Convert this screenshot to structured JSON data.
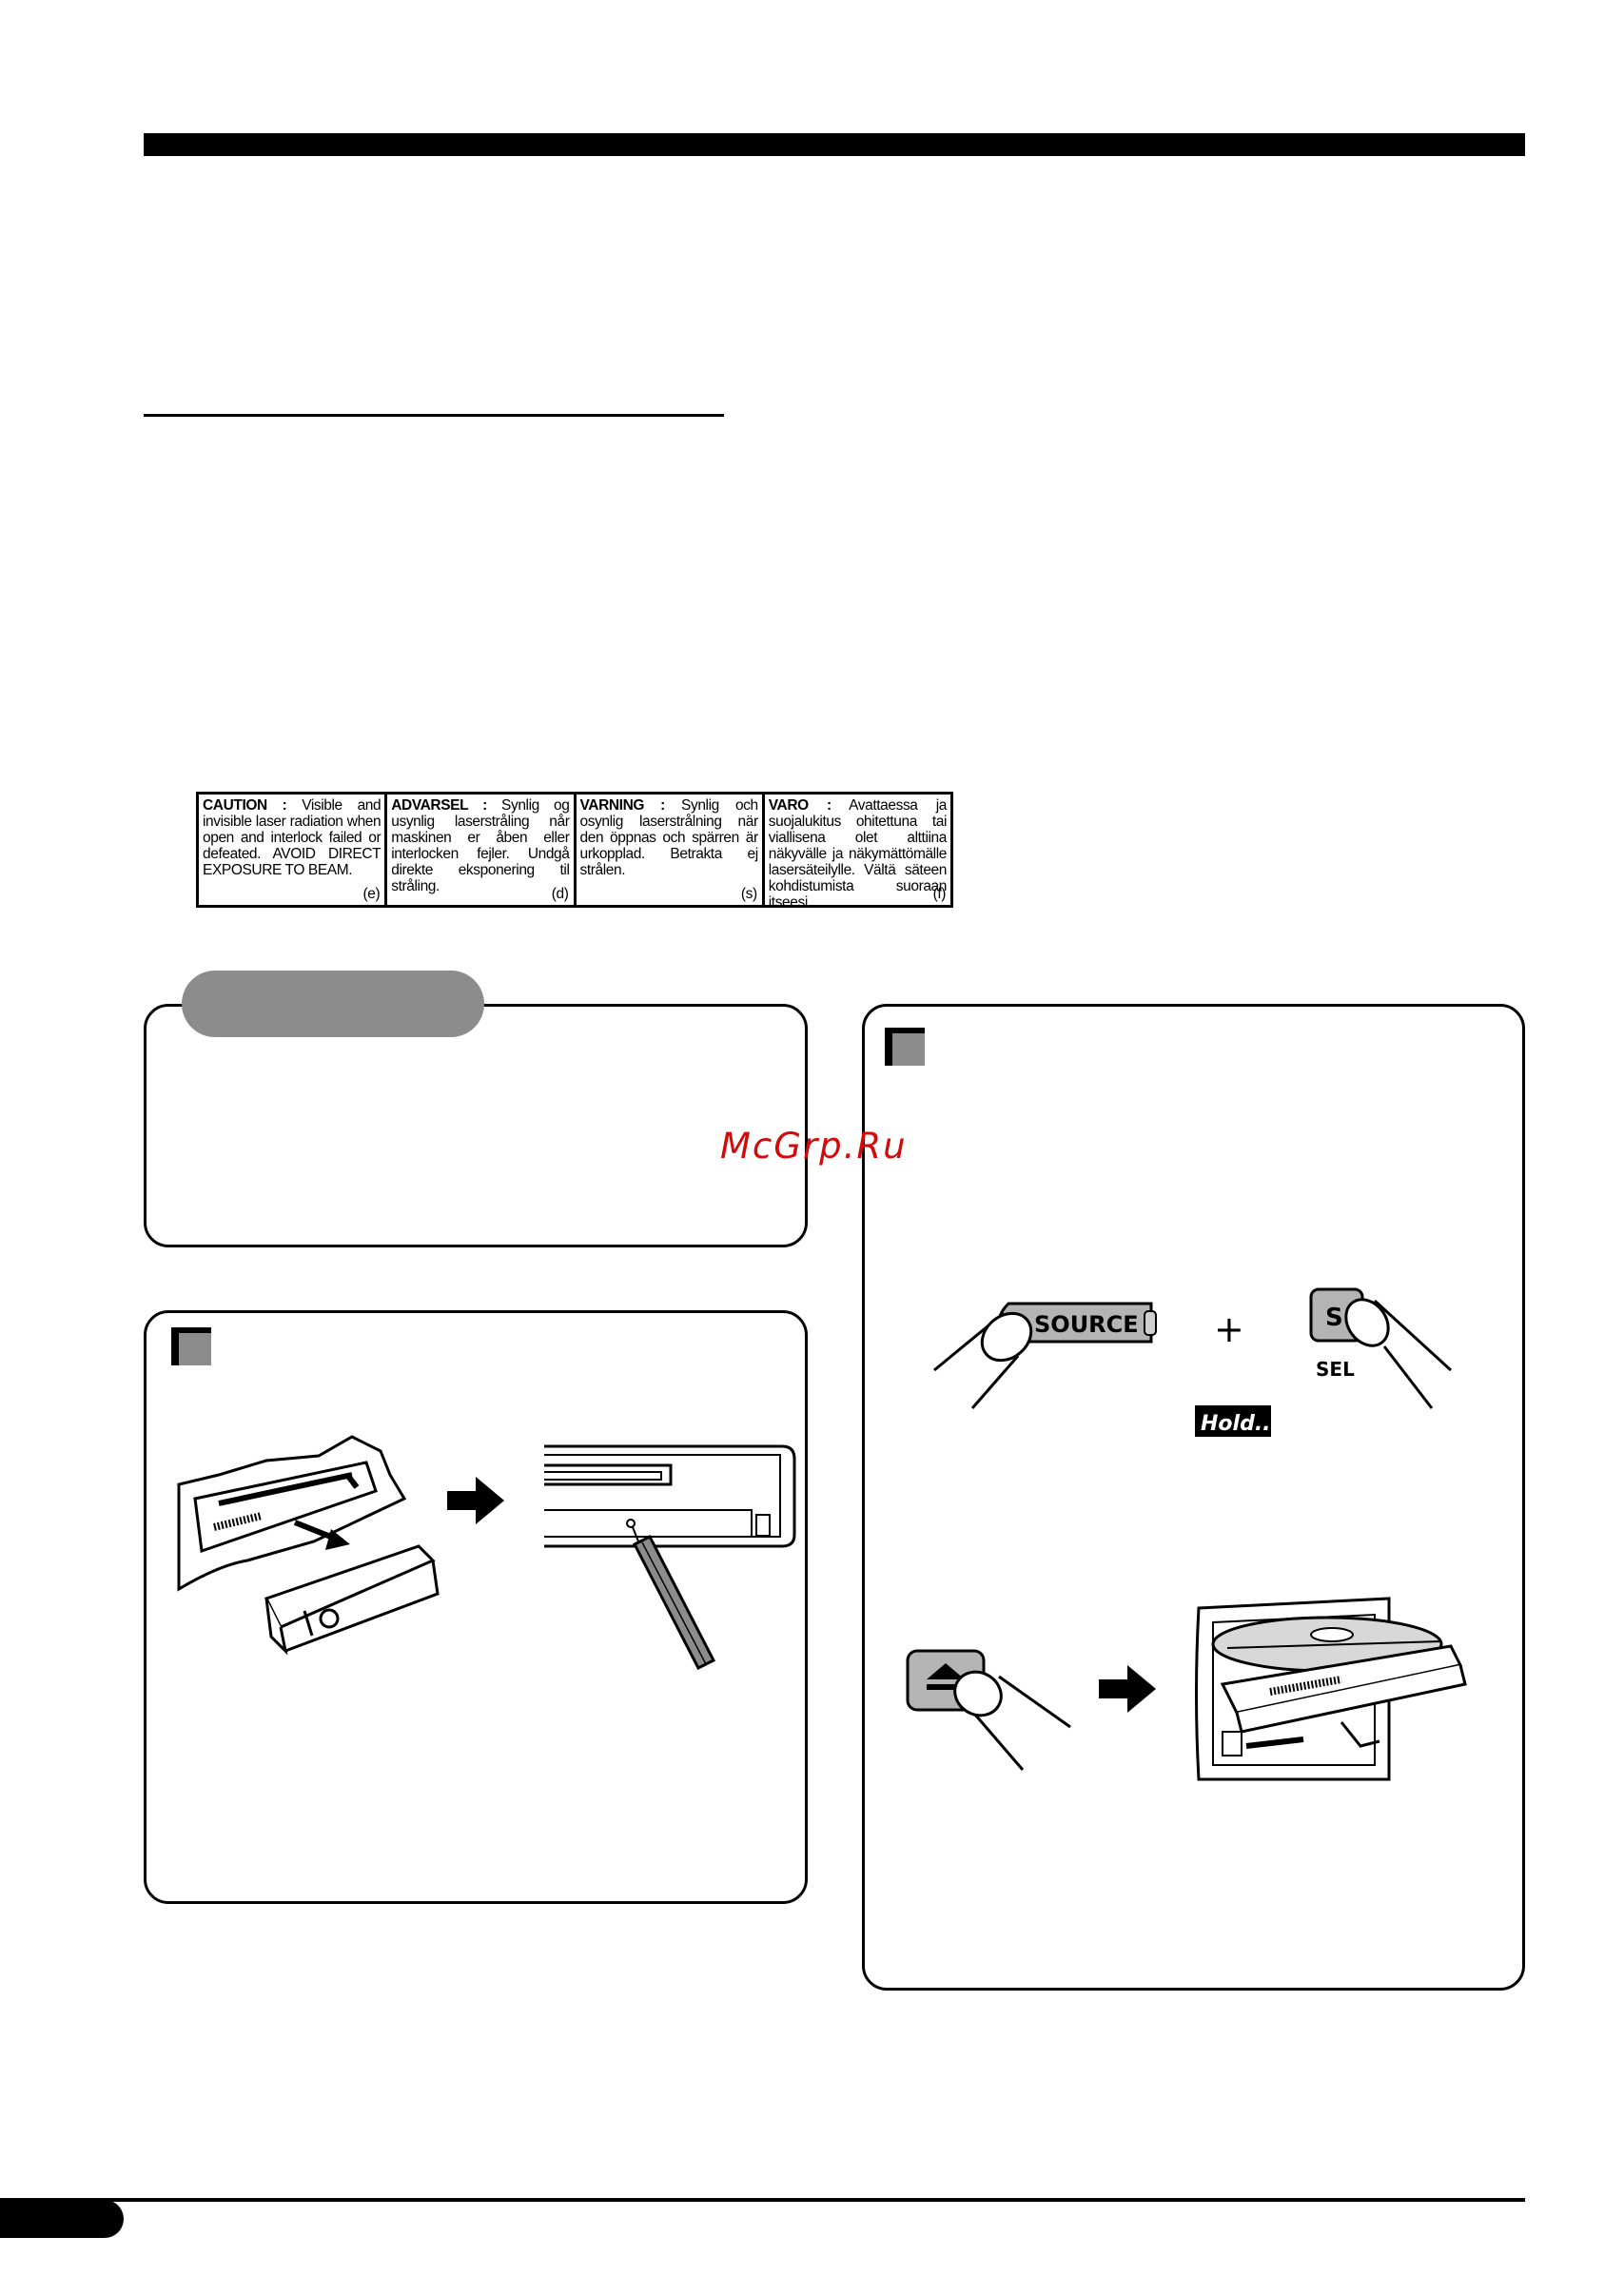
{
  "caution_label": {
    "cells": [
      {
        "heading": "CAUTION :",
        "text": "Visible and invisible laser radiation when open and interlock failed or defeated. AVOID DIRECT EXPOSURE TO BEAM.",
        "code": "(e)"
      },
      {
        "heading": "ADVARSEL :",
        "text": "Synlig og usynlig laserstråling når maskinen er åben eller interlocken fejler. Undgå direkte eksponering til stråling.",
        "code": "(d)"
      },
      {
        "heading": "VARNING :",
        "text": "Synlig och osynlig laserstrålning när den öppnas och spärren är urkopplad. Betrakta ej strålen.",
        "code": "(s)"
      },
      {
        "heading": "VARO :",
        "text": "Avattaessa ja suojalukitus ohitettuna tai viallisena olet alttiina näkyvälle ja näkymättömälle lasersäteilylle. Vältä säteen kohdistumista suoraan itseesi.",
        "code": "(f)"
      }
    ]
  },
  "watermark": "McGrp.Ru",
  "eject_panel": {
    "source_button_label": "SOURCE",
    "plus_sign": "+",
    "sel_button_letter": "S",
    "sel_button_caption": "SEL",
    "hold_label": "Hold...."
  },
  "colors": {
    "accent_gray": "#8c8c8c",
    "ink": "#000000",
    "watermark": "#d20a0a"
  }
}
